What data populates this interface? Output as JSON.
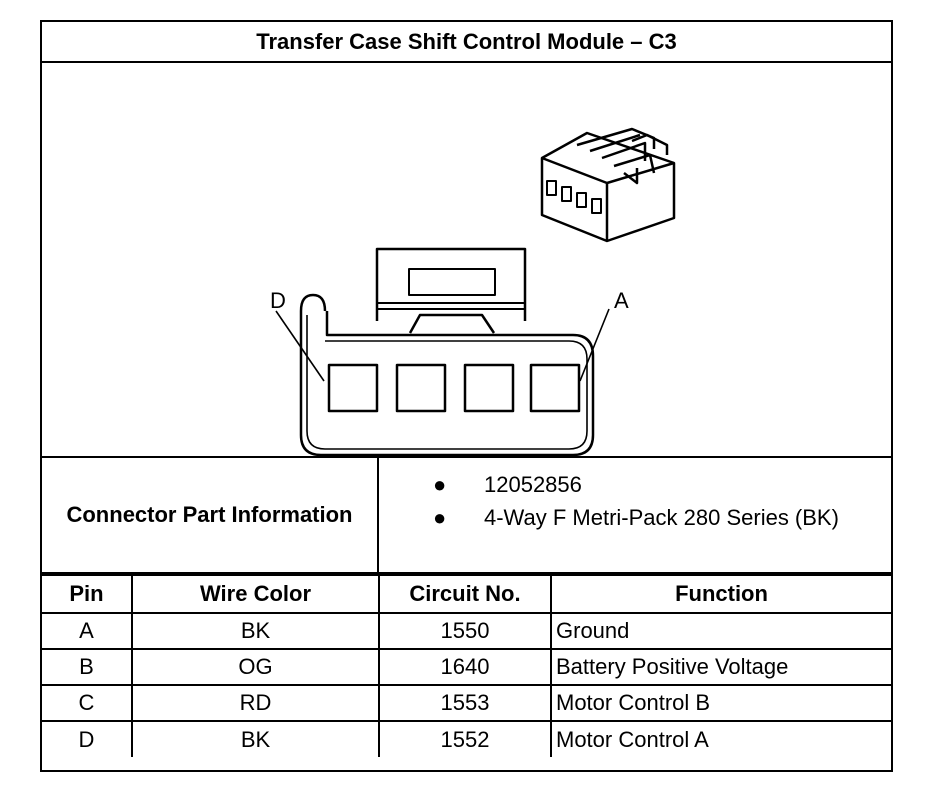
{
  "title": "Transfer Case Shift Control Module – C3",
  "drawing": {
    "label_left": "D",
    "label_right": "A"
  },
  "connector_info": {
    "label": "Connector Part Information",
    "items": [
      "12052856",
      "4-Way F Metri-Pack 280 Series (BK)"
    ]
  },
  "table": {
    "headers": [
      "Pin",
      "Wire Color",
      "Circuit No.",
      "Function"
    ],
    "rows": [
      [
        "A",
        "BK",
        "1550",
        "Ground"
      ],
      [
        "B",
        "OG",
        "1640",
        "Battery Positive Voltage"
      ],
      [
        "C",
        "RD",
        "1553",
        "Motor Control B"
      ],
      [
        "D",
        "BK",
        "1552",
        "Motor Control A"
      ]
    ]
  }
}
